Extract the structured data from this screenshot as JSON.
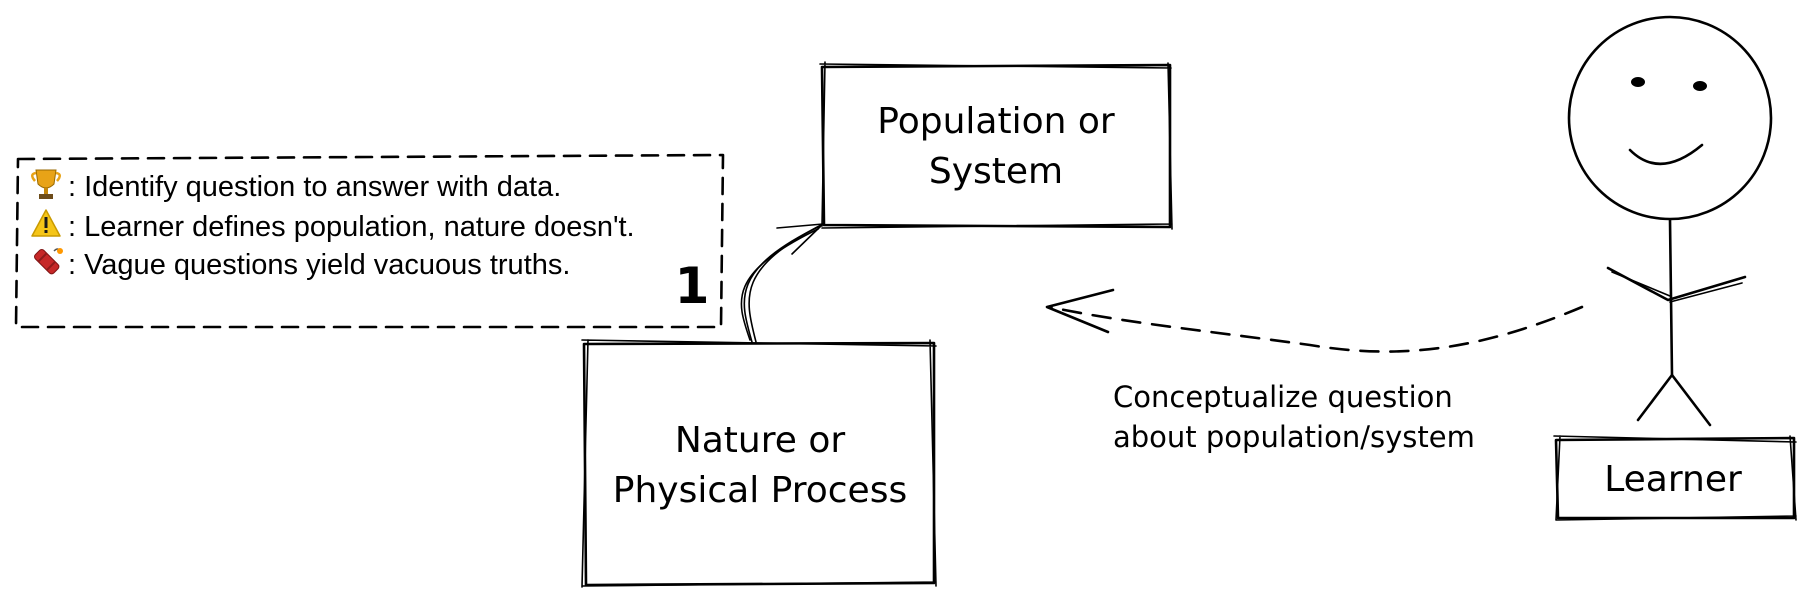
{
  "notes": {
    "items": [
      {
        "icon": "trophy-icon",
        "text": ": Identify question to answer with data."
      },
      {
        "icon": "warning-icon",
        "text": ": Learner defines population, nature doesn't."
      },
      {
        "icon": "dynamite-icon",
        "text": ": Vague questions yield vacuous truths."
      }
    ],
    "step_number": "1"
  },
  "population_box": {
    "line1": "Population or",
    "line2": "System"
  },
  "nature_box": {
    "line1": "Nature or",
    "line2": "Physical Process"
  },
  "arrow_caption": {
    "line1": "Conceptualize question",
    "line2": "about population/system"
  },
  "learner": {
    "label": "Learner"
  },
  "colors": {
    "ink": "#000000",
    "background": "#ffffff",
    "trophy": "#e8a317",
    "warning": "#f5c518",
    "dynamite": "#c62828"
  }
}
